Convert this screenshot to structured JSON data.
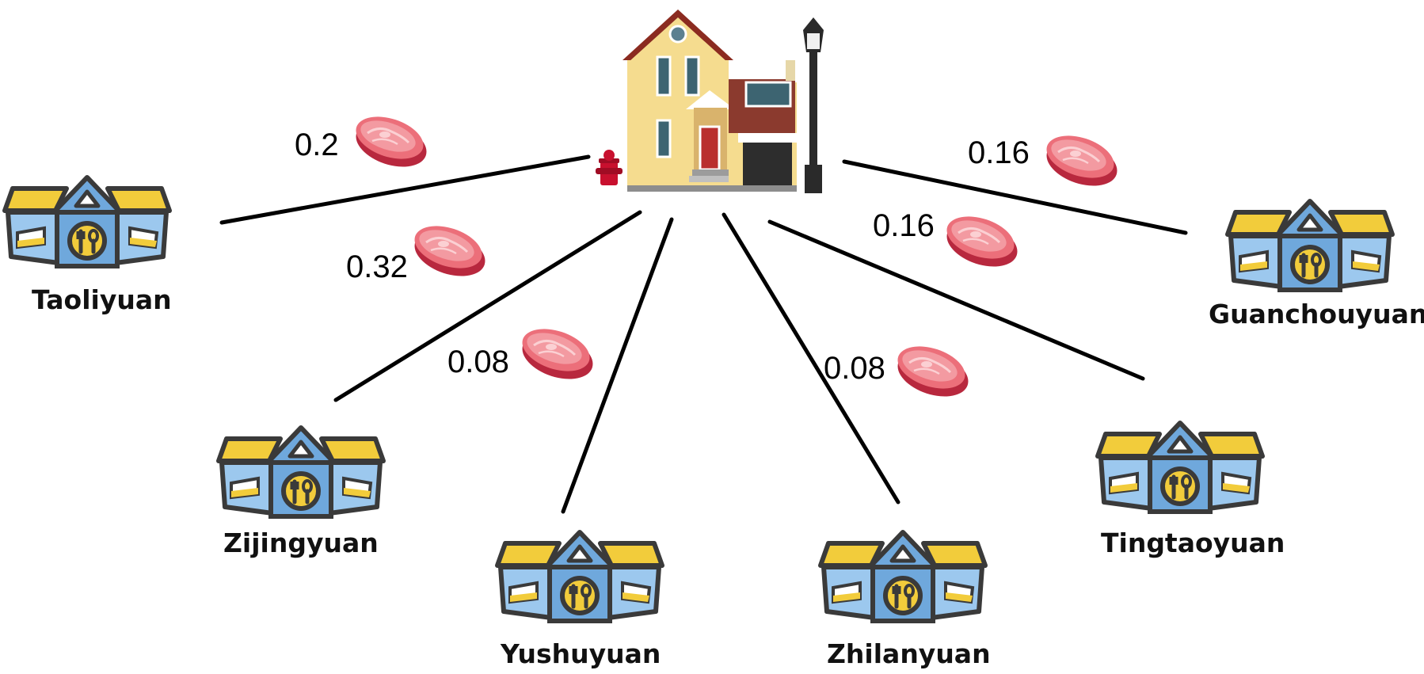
{
  "hub": {
    "name": "house-icon",
    "accent": "#f5dc8f",
    "roof": "#8b2b20"
  },
  "edge_color": "#000000",
  "canteens": [
    {
      "id": "taoliyuan",
      "label": "Taoliyuan",
      "value": "0.2"
    },
    {
      "id": "zijingyuan",
      "label": "Zijingyuan",
      "value": "0.32"
    },
    {
      "id": "yushuyuan",
      "label": "Yushuyuan",
      "value": "0.08"
    },
    {
      "id": "zhilanyuan",
      "label": "Zhilanyuan",
      "value": "0.08"
    },
    {
      "id": "tingtaoyuan",
      "label": "Tingtaoyuan",
      "value": "0.16"
    },
    {
      "id": "guanchouyuan",
      "label": "Guanchouyuan",
      "value": "0.16"
    }
  ],
  "icons": {
    "canteen": "restaurant-store-icon",
    "meat": "meat-steak-icon"
  }
}
